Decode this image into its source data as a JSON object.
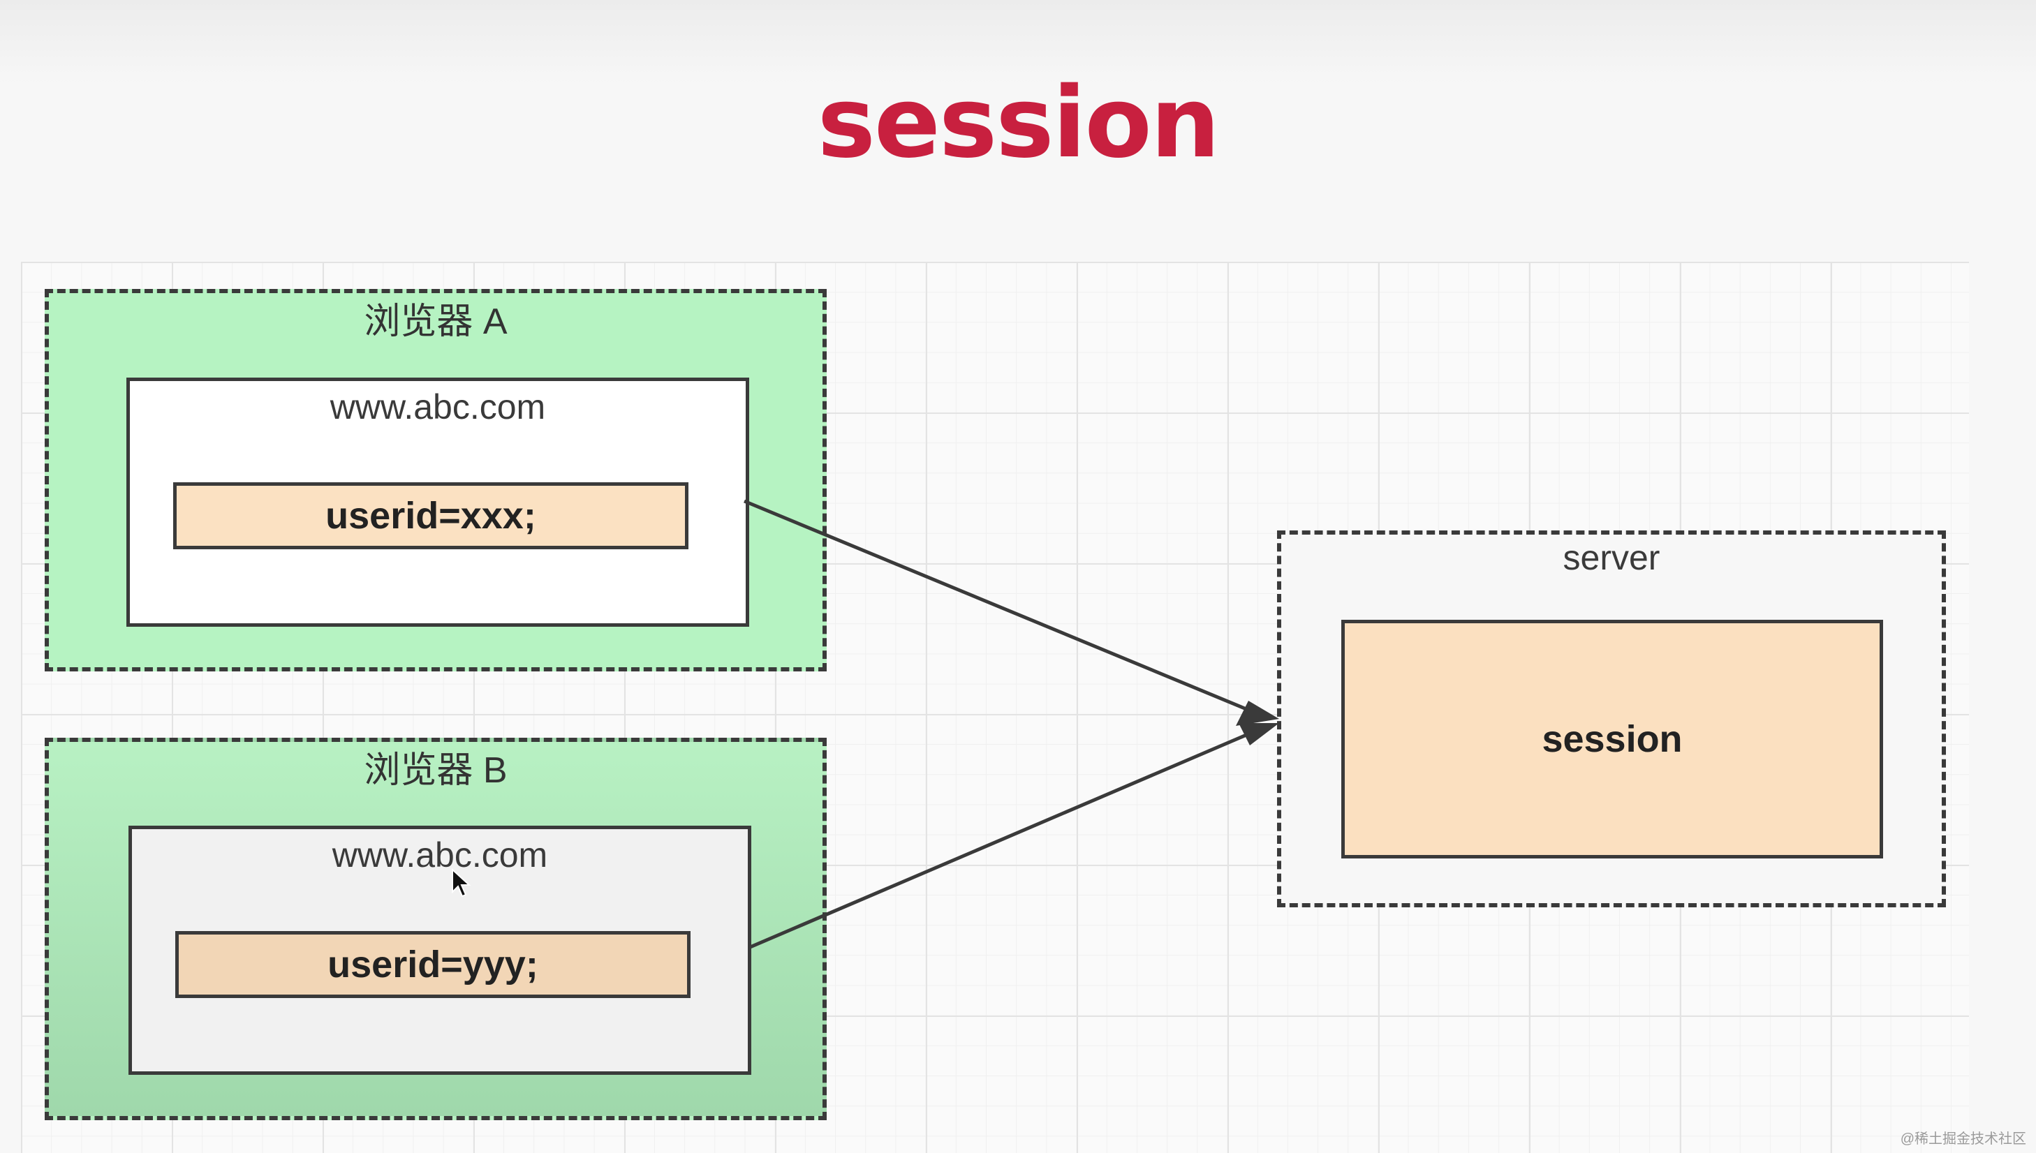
{
  "title": "session",
  "browsers": [
    {
      "label": "浏览器 A",
      "site": "www.abc.com",
      "cookie": "userid=xxx;"
    },
    {
      "label": "浏览器 B",
      "site": "www.abc.com",
      "cookie": "userid=yyy;"
    }
  ],
  "server": {
    "label": "server",
    "store": "session"
  },
  "watermark": "@稀土掘金技术社区",
  "colors": {
    "title": "#c8203f",
    "browser_fill": "#b6f3c2",
    "cookie_fill": "#fbe1c2",
    "border": "#3a3a3a"
  }
}
